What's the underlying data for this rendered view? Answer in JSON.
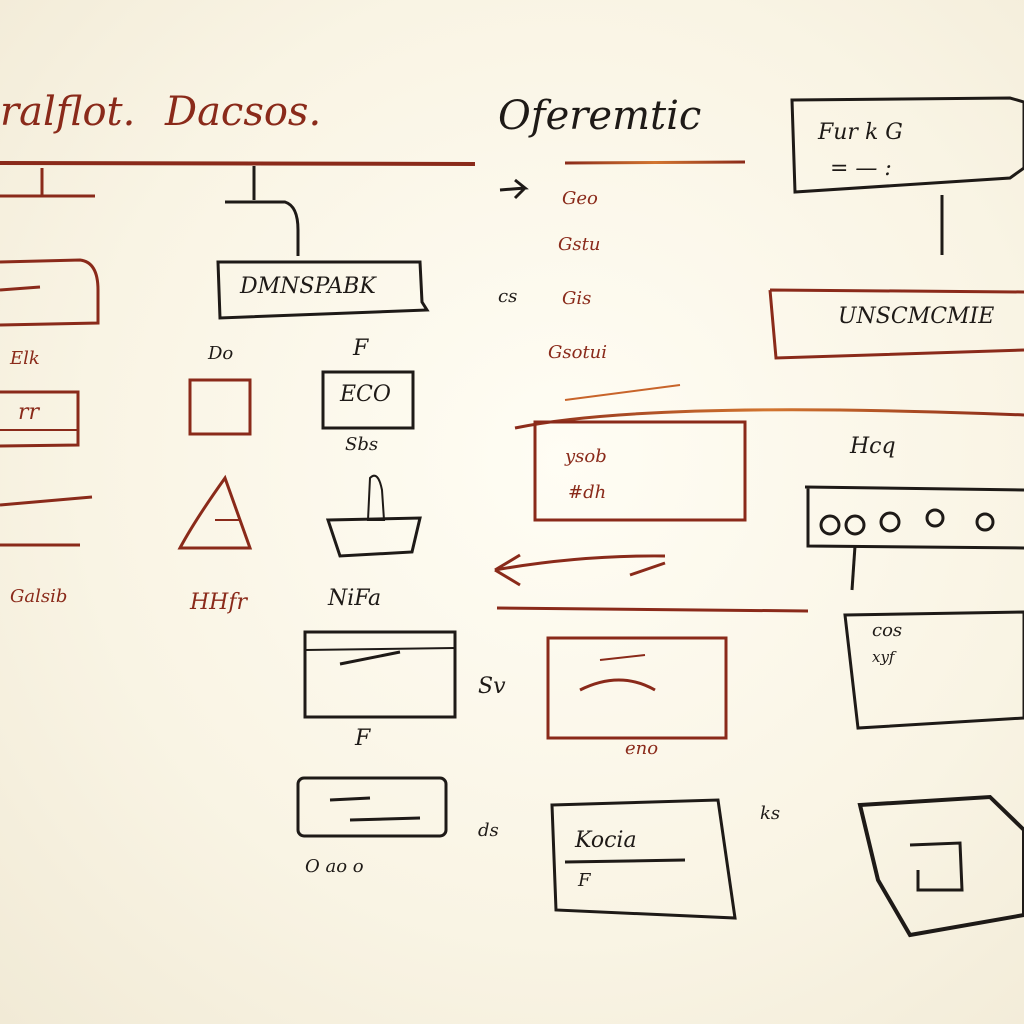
{
  "headers": {
    "left": "ralflot.",
    "middle": "Dacsos.",
    "right": "Oferemtic"
  },
  "labels": {
    "top_right_box_line1": "Fur  k  G",
    "top_right_box_line2": "= — :",
    "center_component": "DMNSPABK",
    "left_small_1": "Elk",
    "left_box": "rr",
    "left_bottom": "Galsib",
    "square_label": "Do",
    "code_box_label": "F",
    "code_box": "ECO",
    "code_box_sub": "Sbs",
    "triangle_label": "HHfr",
    "tray_label": "NiFa",
    "list_item_1": "Geo",
    "list_item_2": "Gstu",
    "list_item_3": "Gis",
    "list_item_4": "Gsotui",
    "list_marker_3": "cs",
    "red_box_line1": "ysob",
    "red_box_line2": "#dh",
    "wide_box": "UNSCMCMIE",
    "icon_row_title": "Hcq",
    "input_label": "F",
    "mid_box_label": "eno",
    "mid_box_connector": "Sv",
    "right_note": "cos",
    "right_note_2": "xyf",
    "bottom_box_caption": "O   ao  o",
    "table_header": "Kocia",
    "table_row": "F",
    "bottom_note": "ds",
    "bottom_right_note": "ks"
  },
  "colors": {
    "ink_dark": "#1e1a17",
    "ink_red": "#8a2a1a",
    "ink_orange": "#c8642a",
    "paper": "#fbf7ea"
  }
}
